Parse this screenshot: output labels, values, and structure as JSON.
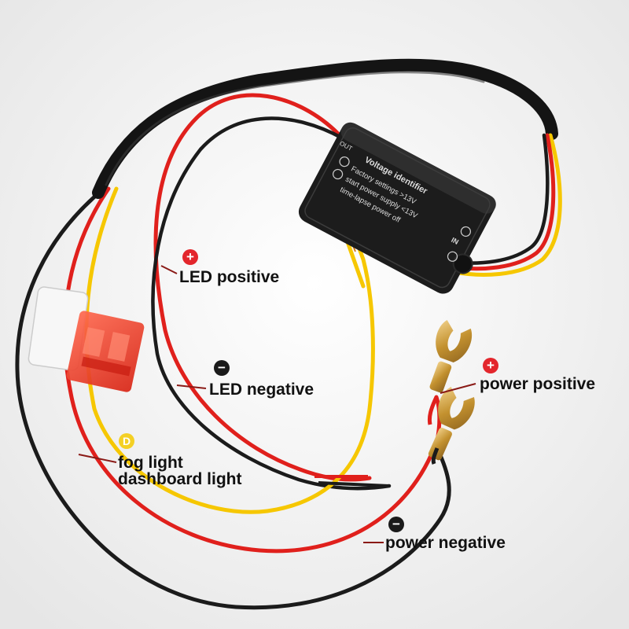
{
  "labels": {
    "led_positive": "LED positive",
    "led_negative": "LED negative",
    "fog_light_line1": "fog light",
    "fog_light_line2": "dashboard light",
    "power_positive": "power positive",
    "power_negative": "power negative"
  },
  "badges": {
    "positive": "+",
    "negative": "−",
    "fog": "D"
  },
  "module": {
    "title": "Voltage identifier",
    "line1": "Factory settings >13V",
    "line2": "start power supply <13V",
    "line3": "time-lapse power off",
    "out_label": "OUT",
    "in_label": "IN"
  },
  "colors": {
    "red_wire": "#e0201c",
    "black_wire": "#1b1b1b",
    "yellow_wire": "#f6c700",
    "badge_red": "#e3262c",
    "badge_yellow": "#f4d024",
    "fuse": "#ef3a2a",
    "module_body": "#1c1c1c",
    "terminal": "#c99a3a"
  }
}
